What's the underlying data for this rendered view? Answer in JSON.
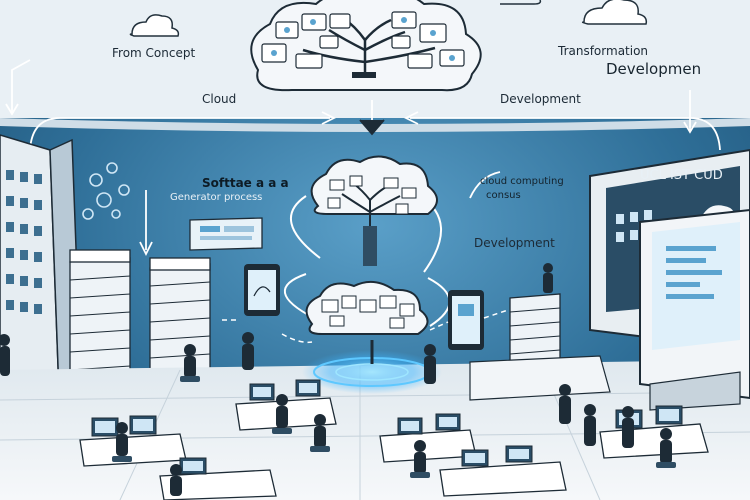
{
  "labels": {
    "from_concept": "From Concept",
    "cloud": "Cloud",
    "transformation": "Transformation",
    "developmen": "Developmen",
    "development_top": "Development",
    "software": "Softtae a a a",
    "generator": "Generator process",
    "cloud_computing": "cloud computing",
    "cloud_computing_2": "consus",
    "development_mid": "Development",
    "monitor_text": "UCL IST CUD"
  },
  "colors": {
    "background": "#2f6f98",
    "accent_glow": "#5ec8ff",
    "cloud_fill": "#f4f7fa",
    "ink": "#1d2b36",
    "floor": "#eef2f5"
  },
  "icons": [
    "cloud-icon",
    "tree-icon",
    "server-stack-icon",
    "monitor-icon",
    "tablet-icon",
    "person-icon",
    "laptop-icon",
    "arrow-icon"
  ]
}
